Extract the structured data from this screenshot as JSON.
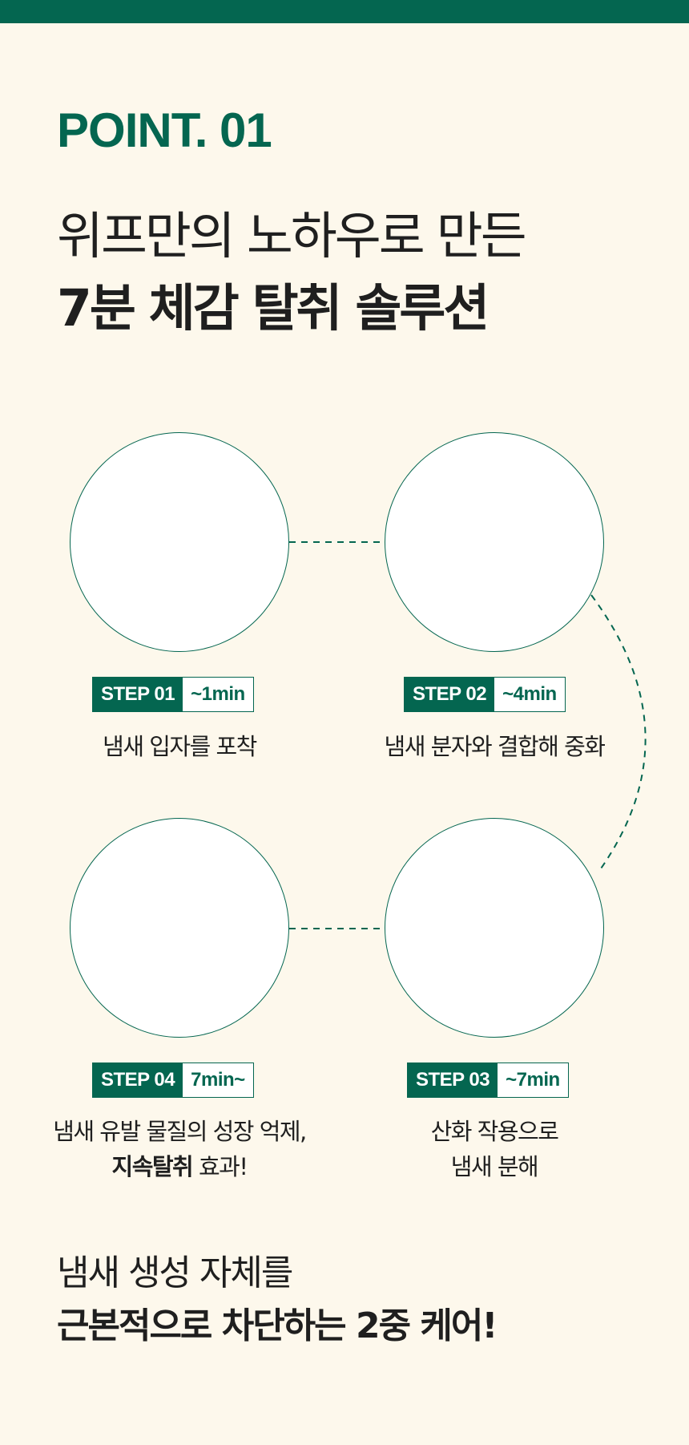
{
  "header": {
    "point_label": "POINT. 01",
    "headline_line1": "위프만의 노하우로 만든",
    "headline_line2": "7분 체감 탈취 솔루션"
  },
  "steps": [
    {
      "step": "STEP 01",
      "time": "~1min",
      "desc_lines": [
        "냄새 입자를 포착"
      ]
    },
    {
      "step": "STEP 02",
      "time": "~4min",
      "desc_lines": [
        "냄새 분자와 결합해 중화"
      ]
    },
    {
      "step": "STEP 03",
      "time": "~7min",
      "desc_lines": [
        "산화 작용으로",
        "냄새 분해"
      ]
    },
    {
      "step": "STEP 04",
      "time": "7min~",
      "desc_line1": "냄새 유발 물질의 성장 억제,",
      "desc_bold": "지속탈취",
      "desc_rest": " 효과!"
    }
  ],
  "footer": {
    "line1": "냄새 생성 자체를",
    "line2": "근본적으로 차단하는 2중 케어!"
  },
  "colors": {
    "accent": "#046650",
    "background": "#fdf8ec",
    "text": "#1f1f1f"
  }
}
